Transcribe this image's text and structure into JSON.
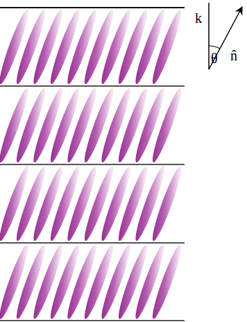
{
  "diagram": {
    "labels": [
      "k",
      "θ",
      "n̂"
    ]
  }
}
